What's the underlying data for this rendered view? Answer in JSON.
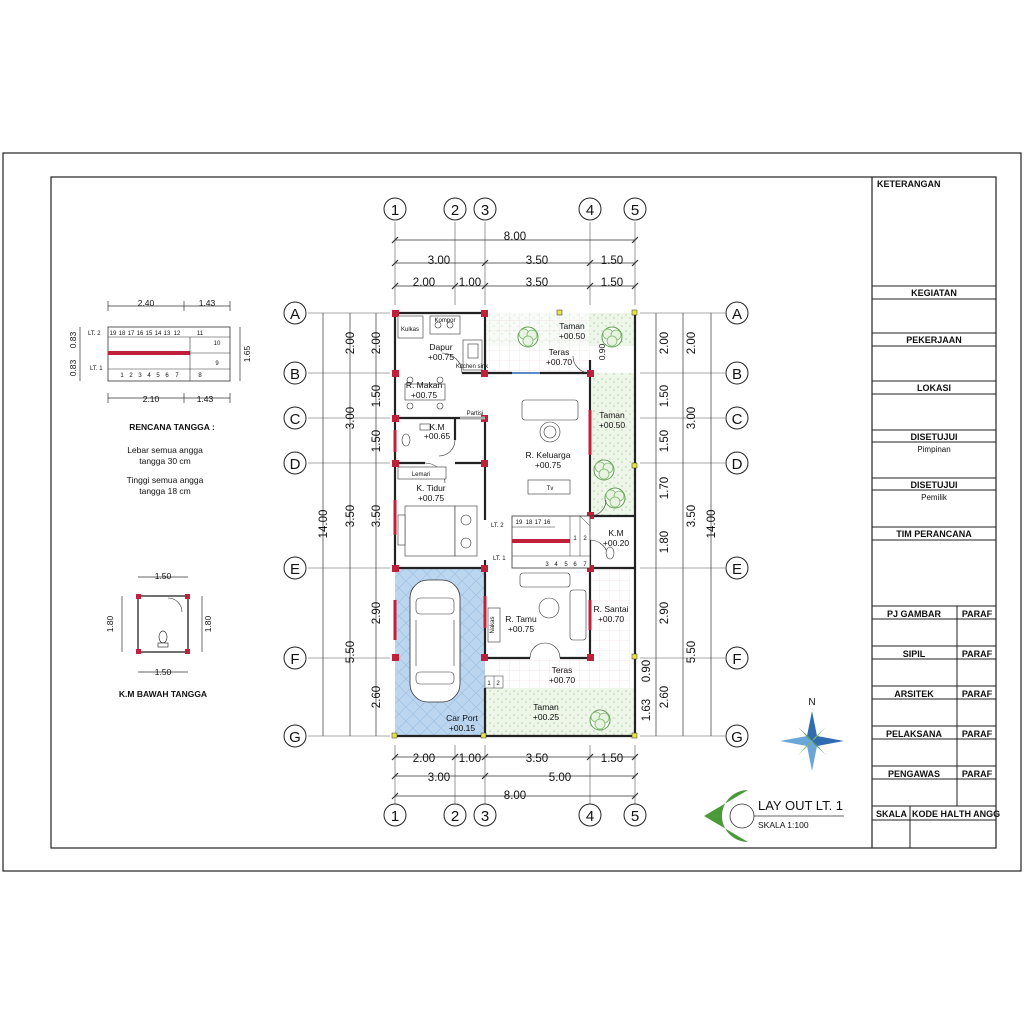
{
  "title_block": {
    "keterangan": "KETERANGAN",
    "kegiatan": "KEGIATAN",
    "pekerjaan": "PEKERJAAN",
    "lokasi": "LOKASI",
    "disetujui_1": "DISETUJUI",
    "pimpinan": "Pimpinan",
    "disetujui_2": "DISETUJUI",
    "pemilik": "Pemilik",
    "tim_perancana": "TIM PERANCANA",
    "rows": [
      {
        "label": "PJ GAMBAR",
        "paraf": "PARAF"
      },
      {
        "label": "SIPIL",
        "paraf": "PARAF"
      },
      {
        "label": "ARSITEK",
        "paraf": "PARAF"
      },
      {
        "label": "PELAKSANA",
        "paraf": "PARAF"
      },
      {
        "label": "PENGAWAS",
        "paraf": "PARAF"
      }
    ],
    "skala": "SKALA",
    "kode_hal": "KODE HAL",
    "jml_angg": "TH ANGG"
  },
  "drawing_title": {
    "name": "LAY OUT LT. 1",
    "scale": "SKALA 1:100"
  },
  "north": "N",
  "grid": {
    "columns": [
      "1",
      "2",
      "3",
      "4",
      "5"
    ],
    "rows": [
      "A",
      "B",
      "C",
      "D",
      "E",
      "F",
      "G"
    ]
  },
  "dimensions": {
    "total_width": "8.00",
    "top_row1": [
      "3.00",
      "3.50",
      "1.50"
    ],
    "top_row2": [
      "2.00",
      "1.00",
      "3.50",
      "1.50"
    ],
    "bottom_row1": [
      "2.00",
      "1.00",
      "3.50",
      "1.50"
    ],
    "bottom_row2": [
      "3.00",
      "5.00"
    ],
    "total_height": "14.00",
    "left_inner": [
      "2.00",
      "1.50",
      "1.50",
      "3.50",
      "2.90",
      "2.60"
    ],
    "left_outer": [
      "2.00",
      "3.00",
      "3.50",
      "5.50"
    ],
    "right_inner": [
      "2.00",
      "1.50",
      "1.50",
      "1.70",
      "1.80",
      "2.90",
      "0.90",
      "1.63",
      "2.60"
    ],
    "right_outer": [
      "2.00",
      "3.00",
      "3.50",
      "5.50"
    ],
    "right_misc": [
      "0.90"
    ]
  },
  "rooms": [
    {
      "name": "Dapur",
      "level": "+00.75"
    },
    {
      "name": "R. Makan",
      "level": "+00.75"
    },
    {
      "name": "K.M",
      "level": "+00.65"
    },
    {
      "name": "K. Tidur",
      "level": "+00.75"
    },
    {
      "name": "Car Port",
      "level": "+00.15"
    },
    {
      "name": "Taman",
      "level": "+00.50"
    },
    {
      "name": "Teras",
      "level": "+00.70"
    },
    {
      "name": "Taman",
      "level": "+00.50"
    },
    {
      "name": "R. Keluarga",
      "level": "+00.75"
    },
    {
      "name": "K.M",
      "level": "+00.20"
    },
    {
      "name": "R. Tamu",
      "level": "+00.75"
    },
    {
      "name": "R. Santai",
      "level": "+00.70"
    },
    {
      "name": "Teras",
      "level": "+00.70"
    },
    {
      "name": "Taman",
      "level": "+00.25"
    }
  ],
  "labels": {
    "kulkas": "Kulkas",
    "kompor": "Kompor",
    "kitchen_sink": "Kitchen sink",
    "partisi": "Partisi",
    "lemari": "Lemari",
    "nakas": "Nakas",
    "tv": "Tv",
    "lt2": "LT. 2",
    "lt1": "LT. 1"
  },
  "stair_detail": {
    "dims_top": [
      "2.40",
      "1.43"
    ],
    "dims_bottom": [
      "2.10",
      "1.43"
    ],
    "dims_left": [
      "0.83",
      "0.83"
    ],
    "dim_right": "1.65",
    "steps_top": [
      "19",
      "18",
      "17",
      "16",
      "15",
      "14",
      "13",
      "12",
      "11"
    ],
    "steps_right": [
      "10",
      "9"
    ],
    "steps_bottom": [
      "1",
      "2",
      "3",
      "4",
      "5",
      "6",
      "7",
      "8"
    ],
    "title": "RENCANA TANGGA :",
    "note1a": "Lebar semua angga",
    "note1b": "tangga 30 cm",
    "note2a": "Tinggi semua angga",
    "note2b": "tangga 18 cm"
  },
  "km_detail": {
    "dim_top": "1.50",
    "dim_bottom": "1.50",
    "dim_left": "1.80",
    "dim_right": "1.80",
    "title": "K.M BAWAH TANGGA"
  },
  "stair_main": {
    "upper": [
      "19",
      "18",
      "17",
      "16"
    ],
    "side": [
      "1",
      "2"
    ],
    "lower": [
      "3",
      "4",
      "5",
      "6",
      "7"
    ]
  },
  "misc_steps": [
    "1",
    "2"
  ],
  "colors": {
    "wall": "#222222",
    "column": "#c0203a",
    "carport": "#bcd6ef",
    "garden": "#eaf4e6",
    "floor_pattern": "#e6b3b3",
    "tree": "#7bb96b"
  }
}
